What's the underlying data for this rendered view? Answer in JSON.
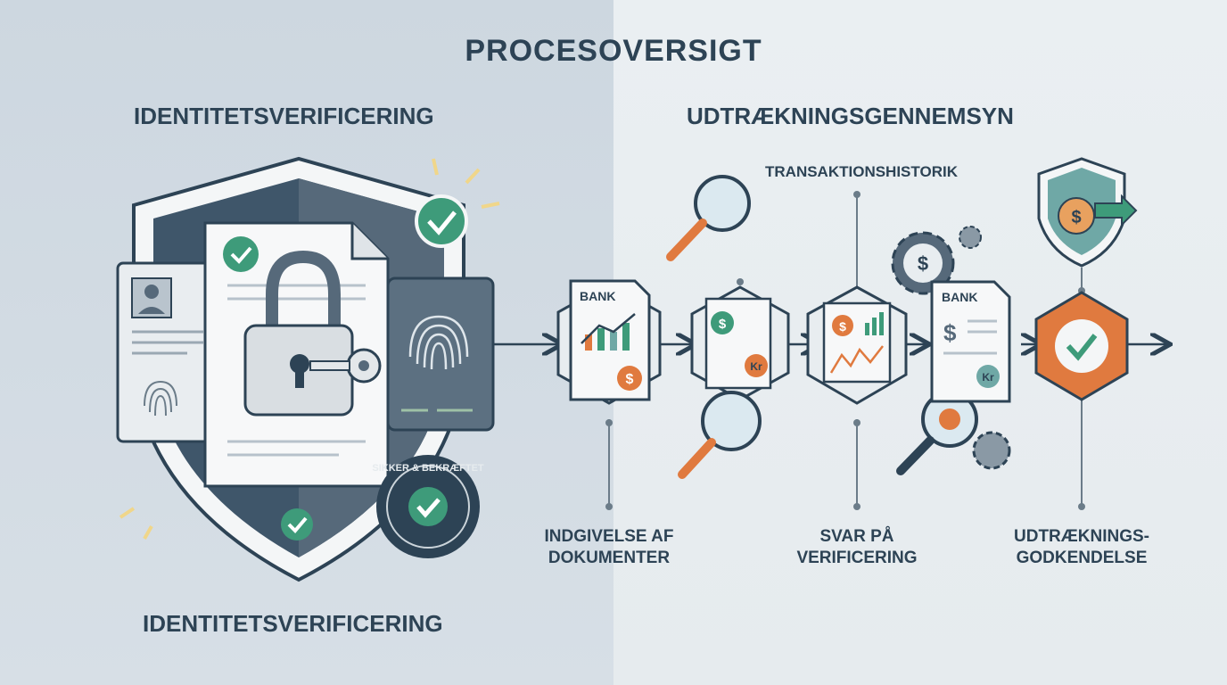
{
  "title": "PROCESOVERSIGT",
  "left_section": {
    "heading": "IDENTITETSVERIFICERING",
    "caption": "IDENTITETSVERIFICERING",
    "seal_text": "SIKKER & BEKRÆFTET"
  },
  "right_section": {
    "heading": "UDTRÆKNINGSGENNEMSYN",
    "history_label": "TRANSAKTIONSHISTORIK",
    "steps": [
      {
        "label_line1": "INDGIVELSE AF",
        "label_line2": "DOKUMENTER"
      },
      {
        "label_line1": "SVAR PÅ",
        "label_line2": "VERIFICERING"
      },
      {
        "label_line1": "UDTRÆKNINGS-",
        "label_line2": "GODKENDELSE"
      }
    ],
    "doc_badge_1": "BANK",
    "doc_badge_2": "BANK",
    "currency_dollar": "$",
    "currency_kr": "Kr"
  },
  "colors": {
    "navy": "#2d4355",
    "slate": "#4a6274",
    "green": "#3e9b7a",
    "orange": "#e07a3f",
    "teal": "#6fa8a6",
    "paper": "#f7f8f9"
  },
  "icons": [
    "shield-icon",
    "padlock-icon",
    "key-icon",
    "fingerprint-icon",
    "id-card-icon",
    "check-icon",
    "magnifier-icon",
    "gear-icon",
    "money-bag-icon",
    "arrow-icon",
    "document-icon",
    "chart-icon"
  ]
}
